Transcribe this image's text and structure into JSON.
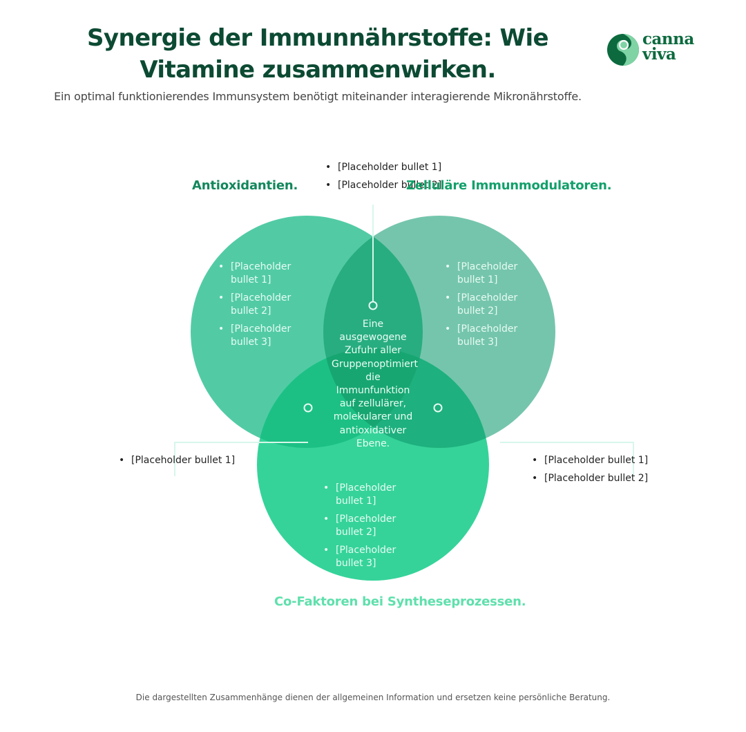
{
  "header": {
    "title": "Synergie der Immunnährstoffe: Wie Vitamine zusammenwirken.",
    "subtitle": "Ein optimal funktionierendes Immunsystem benötigt miteinander interagierende Mikronährstoffe."
  },
  "logo": {
    "line1": "canna",
    "line2": "viva",
    "colors": {
      "dark": "#0c6a3e",
      "light": "#7fd3a4"
    }
  },
  "diagram": {
    "colors": {
      "antioxidantien": "#52cba5",
      "zellulaere": "#75c5ac",
      "cofaktoren": "#35d39a",
      "connector": "#d6f7ea"
    },
    "groups": [
      {
        "id": "antioxidantien",
        "label": "Antioxidantien.",
        "inner_bullets": [
          "[Placeholder bullet 1]",
          "[Placeholder bullet 2]",
          "[Placeholder bullet 3]"
        ]
      },
      {
        "id": "zellulaere",
        "label": "Zelluläre Immunmodulatoren.",
        "inner_bullets": [
          "[Placeholder bullet 1]",
          "[Placeholder bullet 2]",
          "[Placeholder bullet 3]"
        ]
      },
      {
        "id": "cofaktoren",
        "label": "Co-Faktoren bei Syntheseprozessen.",
        "inner_bullets": [
          "[Placeholder bullet 1]",
          "[Placeholder bullet 2]",
          "[Placeholder bullet 3]"
        ]
      }
    ],
    "center_text": "Eine ausgewogene Zufuhr aller Gruppenoptimiert die Immunfunktion auf zellulärer, molekularer und antioxidativer Ebene.",
    "callouts": {
      "top": [
        "[Placeholder bullet 1]",
        "[Placeholder bullet 2]"
      ],
      "left": [
        "[Placeholder bullet 1]"
      ],
      "right": [
        "[Placeholder bullet 1]",
        "[Placeholder bullet 2]"
      ]
    }
  },
  "footer": {
    "disclaimer": "Die dargestellten Zusammenhänge dienen der allgemeinen Information und ersetzen keine persönliche Beratung."
  }
}
